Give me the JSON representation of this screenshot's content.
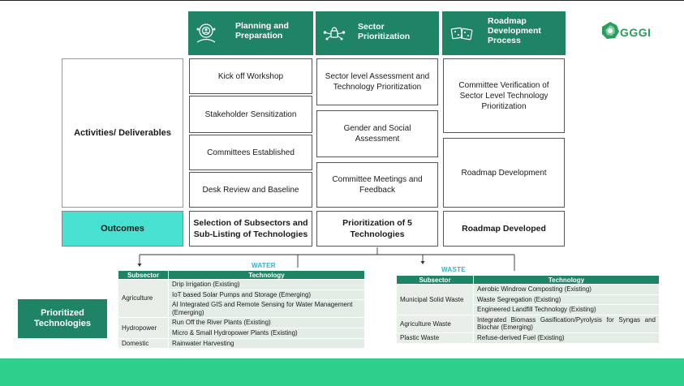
{
  "phases": {
    "planning": "Planning and Preparation",
    "sector": "Sector Prioritization",
    "roadmap": "Roadmap Development Process"
  },
  "logo": {
    "text": "GGGI",
    "icon": "gggi-logo-icon"
  },
  "labels": {
    "activities": "Activities/ Deliverables",
    "outcomes": "Outcomes",
    "prioritized": "Prioritized Technologies"
  },
  "activities": {
    "planning": [
      "Kick off Workshop",
      "Stakeholder Sensitization",
      "Committees Established",
      "Desk Review and Baseline"
    ],
    "sector": [
      "Sector level Assessment and Technology Prioritization",
      "Gender and Social Assessment",
      "Committee Meetings and Feedback"
    ],
    "roadmap": [
      "Committee Verification of Sector Level Technology Prioritization",
      "Roadmap Development"
    ]
  },
  "outcomes": {
    "planning": "Selection of Subsectors and Sub-Listing of Technologies",
    "sector": "Prioritization of 5 Technologies",
    "roadmap": "Roadmap Developed"
  },
  "water": {
    "caption": "WATER",
    "headers": [
      "Subsector",
      "Technology"
    ],
    "rows": [
      {
        "subsector": "Agriculture",
        "techs": [
          "Drip Irrigation (Existing)",
          "IoT based Solar Pumps and Storage (Emerging)",
          "AI Integrated GIS and Remote Sensing for Water Management  (Emerging)"
        ]
      },
      {
        "subsector": "Hydropower",
        "techs": [
          "Run Off the River Plants (Existing)",
          "Micro & Small Hydropower Plants (Existing)"
        ]
      },
      {
        "subsector": "Domestic",
        "techs": [
          "Rainwater Harvesting"
        ]
      }
    ]
  },
  "waste": {
    "caption": "WASTE",
    "headers": [
      "Subsector",
      "Technology"
    ],
    "rows": [
      {
        "subsector": "Municipal Solid Waste",
        "techs": [
          "Aerobic Windrow Composting (Existing)",
          "Waste Segregation (Existing)",
          "Engineered Landfill Technology (Existing)"
        ]
      },
      {
        "subsector": "Agriculture Waste",
        "techs": [
          "Integrated Biomass Gasification/Pyrolysis for Syngas and Biochar (Emerging)"
        ]
      },
      {
        "subsector": "Plastic Waste",
        "techs": [
          "Refuse-derived Fuel (Existing)"
        ]
      }
    ]
  },
  "colors": {
    "header_green": "#1f8466",
    "outcome_teal": "#48e0d0",
    "footer_green": "#2ecf8d",
    "caption_blue": "#2eb3cc",
    "cell_bg": "#e4ece6"
  }
}
